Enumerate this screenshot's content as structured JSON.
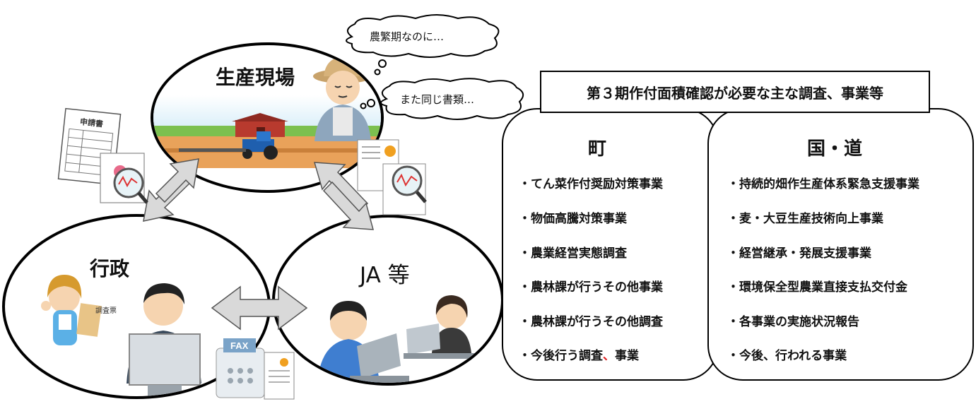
{
  "circles": {
    "production": "生産現場",
    "admin": "行政",
    "ja": "JA 等"
  },
  "bubbles": {
    "top": "農繁期なのに…",
    "bottom": "また同じ書類…"
  },
  "doc_icons": {
    "application_form": "申請書",
    "survey_doc": "調査票",
    "fax": "FAX"
  },
  "panel": {
    "title": "第３期作付面積確認が必要な主な調査、事業等",
    "town": {
      "heading": "町",
      "items": [
        "・てん菜作付奨励対策事業",
        "・物価高騰対策事業",
        "・農業経営実態調査",
        "・農林課が行うその他事業",
        "・農林課が行うその他調査"
      ],
      "last_item_a": "・今後行う調査",
      "last_item_sep": "、",
      "last_item_b": "事業"
    },
    "national": {
      "heading": "国・道",
      "items": [
        "・持続的畑作生産体系緊急支援事業",
        "・麦・大豆生産技術向上事業",
        "・経営継承・発展支援事業",
        "・環境保全型農業直接支払交付金",
        "・各事業の実施状況報告",
        "・今後、行われる事業"
      ]
    }
  },
  "colors": {
    "arrow_fill": "#d9d9d9",
    "accent_red": "#e02020",
    "sky": "#cfeaf8",
    "field": "#b9742e",
    "grass": "#7cc04f"
  }
}
